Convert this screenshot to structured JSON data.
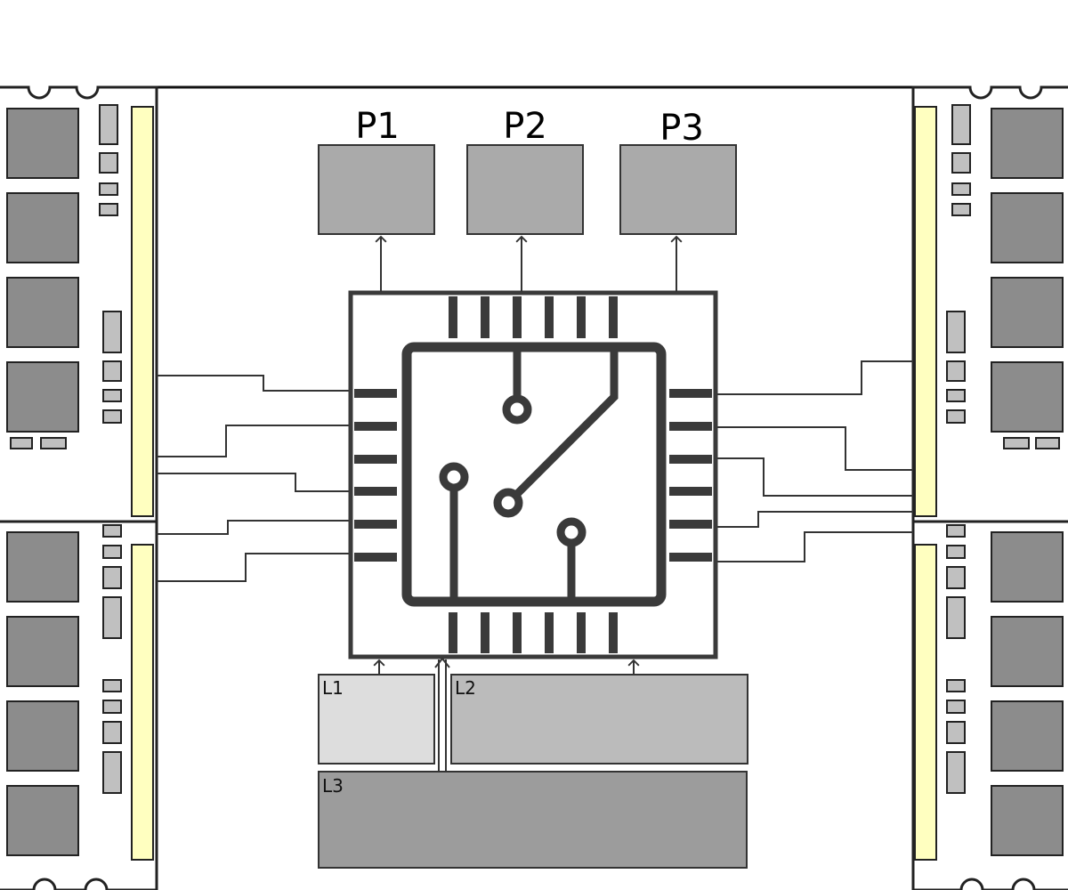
{
  "peripherals": [
    {
      "label": "P1"
    },
    {
      "label": "P2"
    },
    {
      "label": "P3"
    }
  ],
  "caches": [
    {
      "label": "L1"
    },
    {
      "label": "L2"
    },
    {
      "label": "L3"
    }
  ],
  "colors": {
    "peripheral_box": "#aaaaaa",
    "l1_box": "#dddddd",
    "l2_box": "#bbbbbb",
    "l3_box": "#9c9c9c",
    "chip_outline": "#3a3a3a",
    "ram_chip": "#8c8c8c",
    "ram_contact_strip": "#ffffc0",
    "ram_small_part": "#c0c0c0",
    "stroke": "#333333"
  },
  "icons": {
    "cpu": "cpu-chip-icon",
    "memory": "memory-module-icon"
  }
}
